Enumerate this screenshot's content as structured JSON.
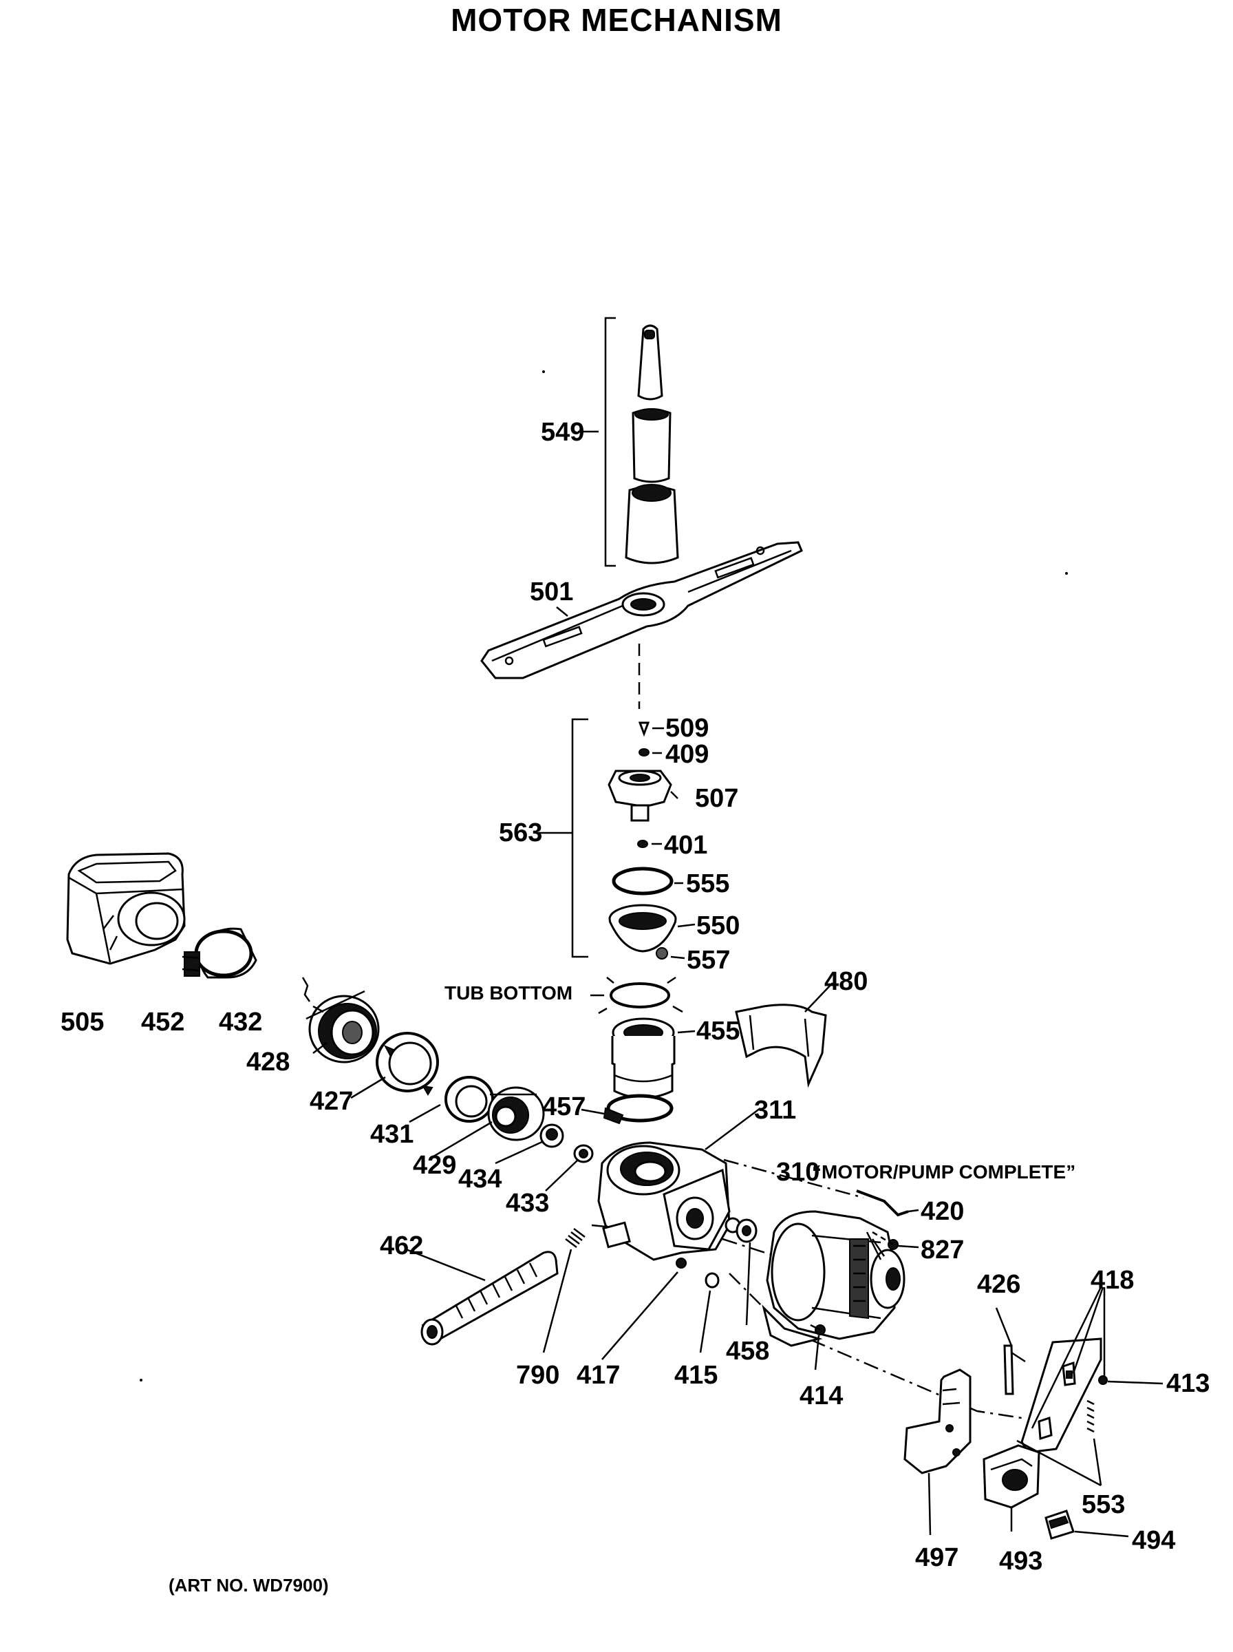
{
  "title": "MOTOR MECHANISM",
  "art_no": "(ART NO. WD7900)",
  "callouts": {
    "c549": "549",
    "c501": "501",
    "c509": "509",
    "c409": "409",
    "c507": "507",
    "c563": "563",
    "c401": "401",
    "c555": "555",
    "c550": "550",
    "c557": "557",
    "c480": "480",
    "c455": "455",
    "c457": "457",
    "c311": "311",
    "c505": "505",
    "c452": "452",
    "c432": "432",
    "c428": "428",
    "c427": "427",
    "c431": "431",
    "c429": "429",
    "c434": "434",
    "c433": "433",
    "c420": "420",
    "c827": "827",
    "c462": "462",
    "c790": "790",
    "c417": "417",
    "c415": "415",
    "c458": "458",
    "c414": "414",
    "c426": "426",
    "c418": "418",
    "c413": "413",
    "c553": "553",
    "c497": "497",
    "c493": "493",
    "c494": "494",
    "c310": "310"
  },
  "text_labels": {
    "tub_bottom": "TUB BOTTOM",
    "motor_pump": "“MOTOR/PUMP COMPLETE”"
  }
}
